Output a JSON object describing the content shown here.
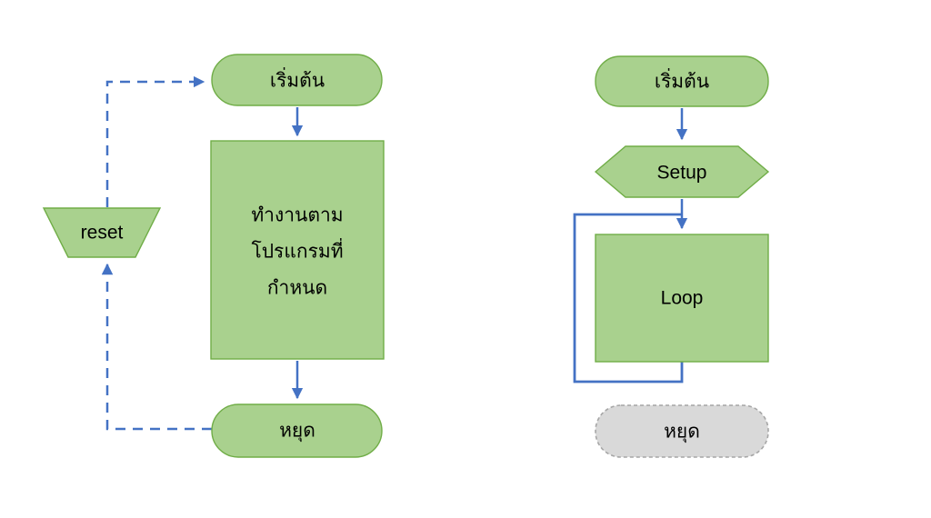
{
  "left_chart": {
    "start_label": "เริ่มต้น",
    "process_lines": [
      "ทำงานตาม",
      "โปรแกรมที่",
      "กำหนด"
    ],
    "reset_label": "reset",
    "stop_label": "หยุด"
  },
  "right_chart": {
    "start_label": "เริ่มต้น",
    "setup_label": "Setup",
    "loop_label": "Loop",
    "stop_label": "หยุด"
  },
  "colors": {
    "shape_fill": "#a9d18e",
    "shape_border": "#70ad47",
    "arrow": "#4472c4",
    "stop_fill": "#d9d9d9",
    "stop_border": "#a6a6a6",
    "text": "#000000"
  }
}
